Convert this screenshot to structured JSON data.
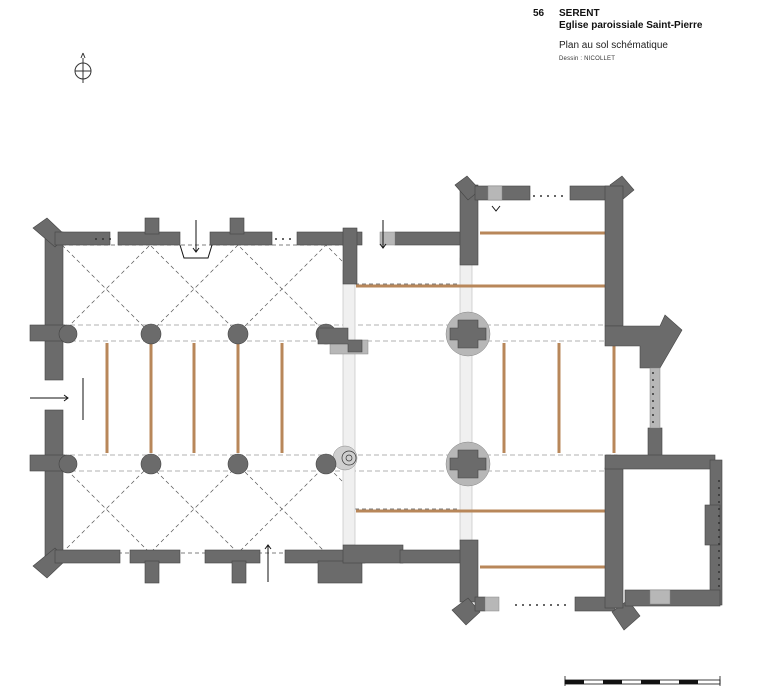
{
  "header": {
    "number": "56",
    "commune": "SERENT",
    "building": "Eglise paroissiale Saint-Pierre",
    "plan_type": "Plan au sol schématique",
    "credit": "Dessin : NICOLLET"
  },
  "legend": {
    "wall_color": "#6b6b6b",
    "light_wall_color": "#b7b7b7",
    "beam_color": "#b8875a",
    "line_color": "#555555"
  },
  "compass": {
    "icon": "north-arrow-icon"
  },
  "scale_bar": {
    "segments": 8
  }
}
